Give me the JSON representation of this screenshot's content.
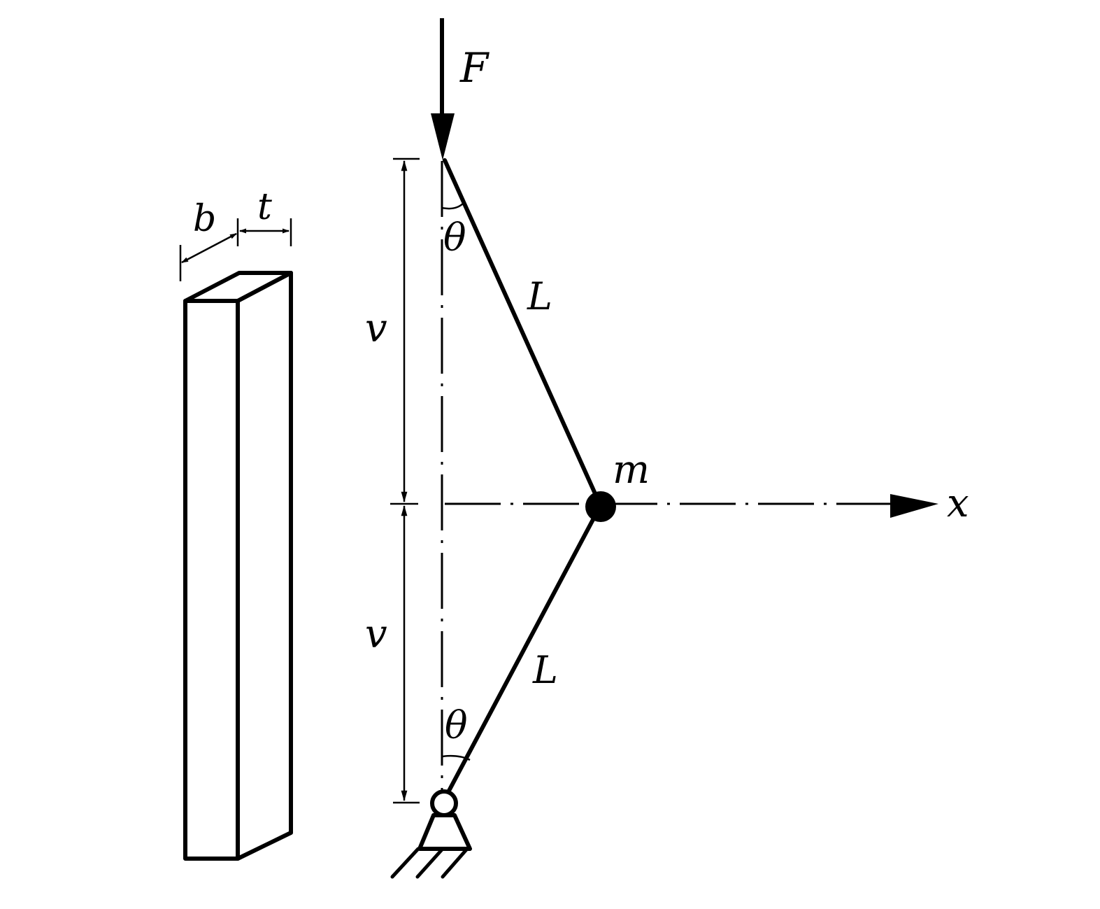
{
  "labels": {
    "force": "F",
    "width": "b",
    "thickness": "t",
    "angle_top": "θ",
    "angle_bottom": "θ",
    "length_top": "L",
    "length_bottom": "L",
    "mass": "m",
    "axis_x": "x",
    "v_top": "v",
    "v_bottom": "v"
  },
  "colors": {
    "ink": "#000000",
    "background": "#ffffff"
  }
}
